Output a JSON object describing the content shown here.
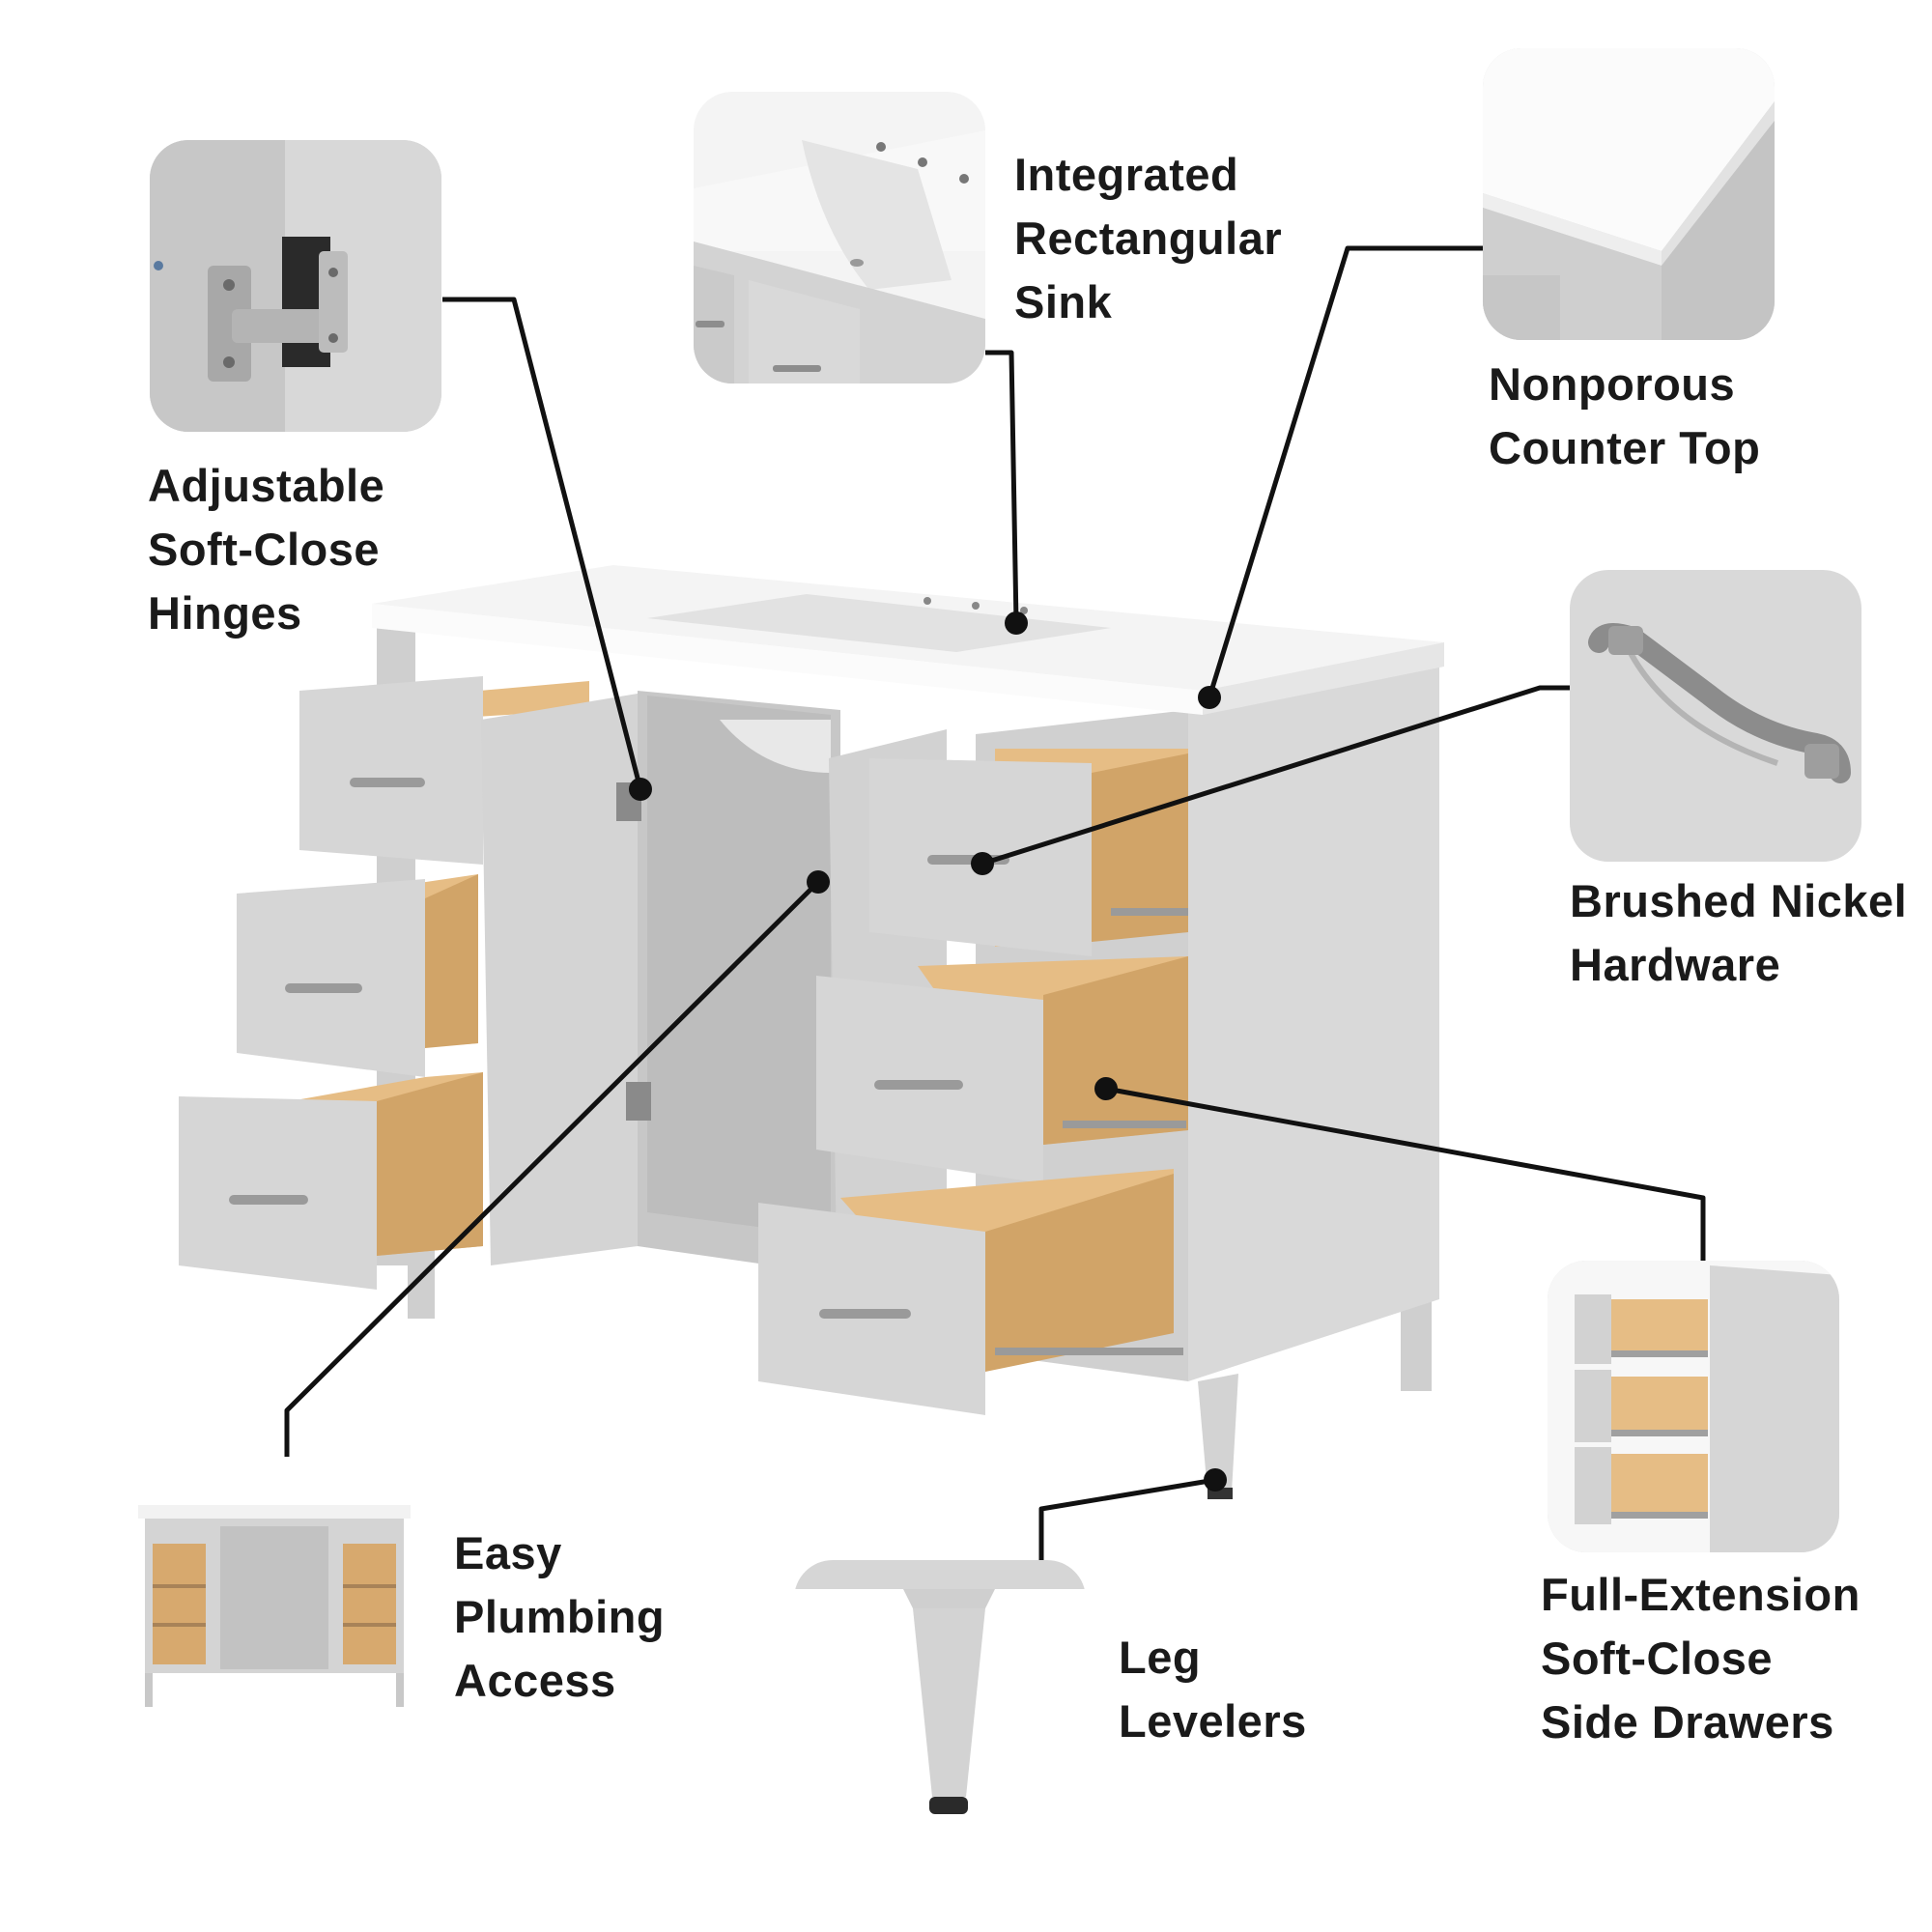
{
  "colors": {
    "background": "#ffffff",
    "cabinet": "#dcdcdc",
    "cabinet_shade": "#c9c9c9",
    "drawer_front": "#d6d6d6",
    "wood": "#e6bd85",
    "wood_dark": "#d1a468",
    "countertop": "#f7f7f7",
    "hardware": "#9a9a9a",
    "callout_line": "#111111",
    "label_text": "#1a1a1a"
  },
  "features": [
    {
      "id": "hinges",
      "lines": [
        "Adjustable",
        "Soft-Close",
        "Hinges"
      ],
      "icon": "hinge-icon"
    },
    {
      "id": "sink",
      "lines": [
        "Integrated",
        "Rectangular",
        "Sink"
      ],
      "icon": "sink-icon"
    },
    {
      "id": "countertop",
      "lines": [
        "Nonporous",
        "Counter Top"
      ],
      "icon": "countertop-icon"
    },
    {
      "id": "hardware",
      "lines": [
        "Brushed Nickel",
        "Hardware"
      ],
      "icon": "handle-icon"
    },
    {
      "id": "drawers",
      "lines": [
        "Full-Extension",
        "Soft-Close",
        "Side Drawers"
      ],
      "icon": "drawers-icon"
    },
    {
      "id": "plumbing",
      "lines": [
        "Easy",
        "Plumbing",
        "Access"
      ],
      "icon": "vanity-front-icon"
    },
    {
      "id": "levelers",
      "lines": [
        "Leg",
        "Levelers"
      ],
      "icon": "leg-icon"
    }
  ]
}
